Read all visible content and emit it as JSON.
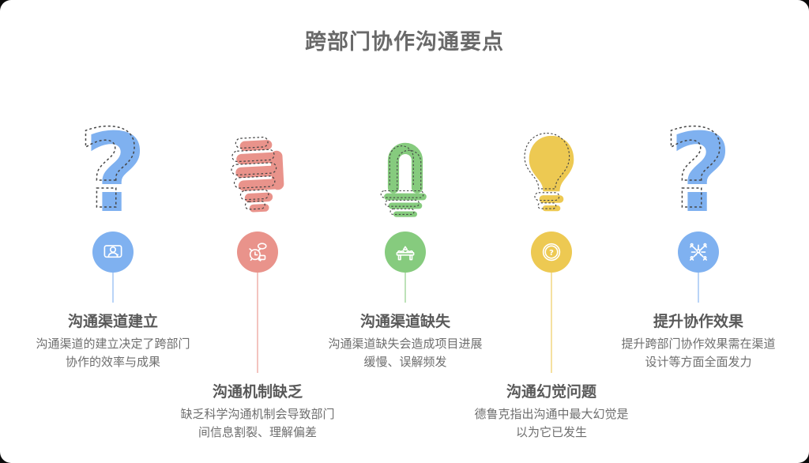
{
  "page": {
    "title": "跨部门协作沟通要点"
  },
  "colors": {
    "blue": "#7FB1F0",
    "salmon": "#E9938B",
    "green": "#86CB7E",
    "yellow": "#EDC952",
    "heading_text": "#696969",
    "item_title_text": "#595959",
    "item_body_text": "#6E6E6E"
  },
  "items": [
    {
      "title": "沟通渠道建立",
      "line1": "沟通渠道的建立决定了跨部门",
      "line2": "协作的效率与成果",
      "color": "#7FB1F0",
      "icon": "question-mark-sketch",
      "glyph": "?",
      "badge_icon": "person-on-screen"
    },
    {
      "title": "沟通机制缺乏",
      "line1": "缺乏科学沟通机制会导致部门",
      "line2": "间信息割裂、理解偏差",
      "color": "#E9938B",
      "icon": "spiral-cfl-bulb-sketch",
      "badge_icon": "alarm-clock-chat"
    },
    {
      "title": "沟通渠道缺失",
      "line1": "沟通渠道缺失会造成项目进展",
      "line2": "缓慢、误解频发",
      "color": "#86CB7E",
      "icon": "u-tube-bulb-sketch",
      "badge_icon": "meeting-table"
    },
    {
      "title": "沟通幻觉问题",
      "line1": "德鲁克指出沟通中最大幻觉是",
      "line2": "以为它已发生",
      "color": "#EDC952",
      "icon": "classic-bulb-sketch",
      "badge_icon": "question-circle",
      "badge_glyph": "?"
    },
    {
      "title": "提升协作效果",
      "line1": "提升跨部门协作效果需在渠道",
      "line2": "设计等方面全面发力",
      "color": "#7FB1F0",
      "icon": "question-mark-sketch",
      "glyph": "?",
      "badge_icon": "people-network"
    }
  ]
}
